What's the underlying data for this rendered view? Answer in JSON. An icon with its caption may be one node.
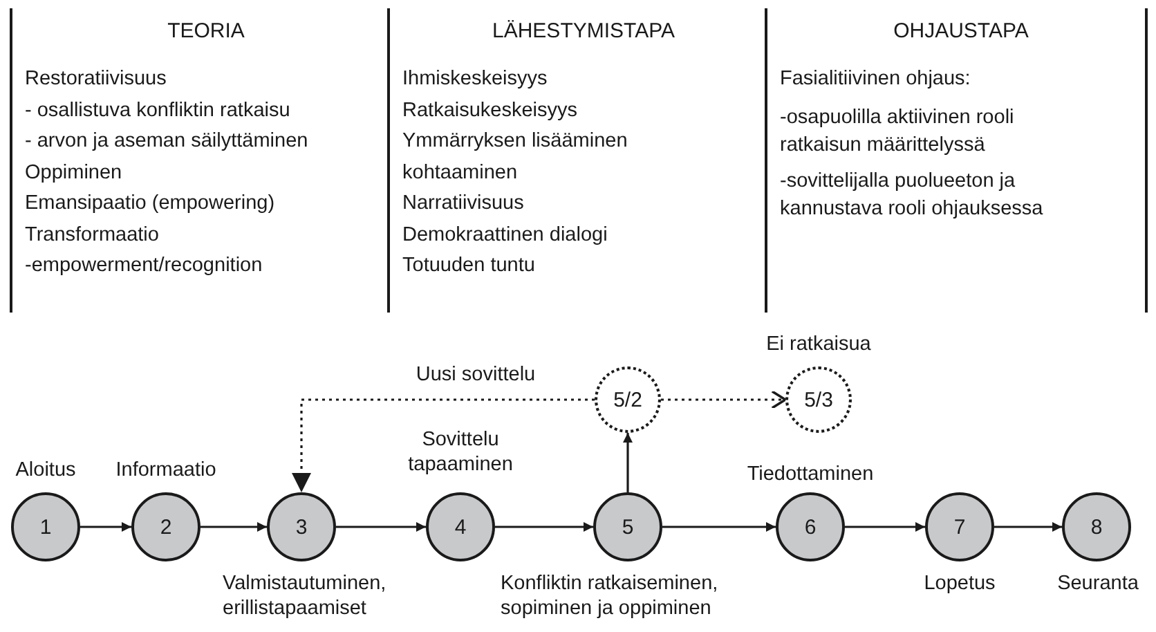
{
  "diagram": {
    "nodes": [
      {
        "text": [
          "1"
        ],
        "beside": [
          "Aloitus"
        ]
      },
      {
        "text": [
          "2"
        ],
        "beside": [
          "Informaatio"
        ]
      },
      {
        "text": [
          "3"
        ],
        "beside": [
          "Valmistautuminen, erillistapaamiset"
        ]
      },
      {
        "text": [
          "4"
        ],
        "beside": [
          "Sovittelu tapaaminen"
        ]
      },
      {
        "text": [
          "5"
        ],
        "beside": [
          "Konfliktin ratkaiseminen, sopiminen ja oppiminen"
        ]
      },
      {
        "text": [
          "6"
        ],
        "beside": [
          "Tiedottaminen"
        ]
      },
      {
        "text": [
          "7"
        ],
        "beside": [
          "Lopetus"
        ]
      },
      {
        "text": [
          "8"
        ],
        "beside": [
          "Seuranta"
        ]
      },
      {
        "text": [
          "5/2"
        ]
      },
      {
        "text": [
          "5/3"
        ],
        "beside": [
          "Ei ratkaisua"
        ]
      }
    ],
    "edges": [
      {
        "from": 0,
        "to": 1,
        "arrow": "to"
      },
      {
        "from": 1,
        "to": 2,
        "arrow": "to"
      },
      {
        "from": 2,
        "to": 3,
        "arrow": "to"
      },
      {
        "from": 3,
        "to": 4,
        "arrow": "to"
      },
      {
        "from": 4,
        "to": 5,
        "arrow": "to"
      },
      {
        "from": 5,
        "to": 6,
        "arrow": "to"
      },
      {
        "from": 6,
        "to": 7,
        "arrow": "to"
      },
      {
        "from": 4,
        "to": 8,
        "arrow": "to"
      },
      {
        "from": 8,
        "to": 9,
        "arrow": "to",
        "style": "dashed"
      },
      {
        "from": 8,
        "to": 2,
        "arrow": "to",
        "style": "dashed",
        "label": "Uusi sovittelu"
      }
    ],
    "labels": [
      "TEORIA",
      "Restoratiivisuus",
      "- osallistuva konfliktin ratkaisu",
      "- arvon ja aseman säilyttäminen",
      "Oppiminen",
      "Emansipaatio (empowering)",
      "Transformaatio",
      "-empowerment/recognition",
      "LÄHESTYMISTAPA",
      "Ihmiskeskeisyys",
      "Ratkaisukeskeisyys",
      "Ymmärryksen lisääminen",
      "kohtaaminen",
      "Narratiivisuus",
      "Demokraattinen dialogi",
      "Totuuden tuntu",
      "OHJAUSTAPA",
      "Fasialitiivinen ohjaus:",
      "-osapuolilla aktiivinen rooli ratkaisun määrittelyssä",
      "-sovittelijalla puolueeton ja kannustava rooli ohjauksessa"
    ]
  }
}
